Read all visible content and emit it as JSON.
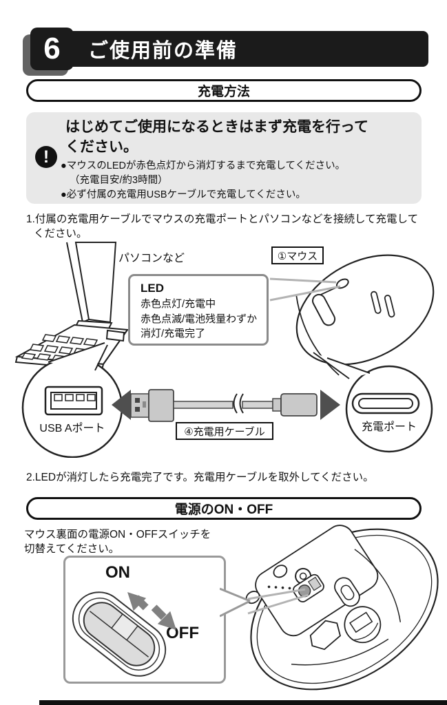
{
  "header": {
    "number": "6",
    "title": "ご使用前の準備"
  },
  "charging": {
    "section_title": "充電方法",
    "notice_icon": "!",
    "notice_title_line1": "はじめてご使用になるときはまず充電を行って",
    "notice_title_line2": "ください。",
    "notice_item1": "●マウスのLEDが赤色点灯から消灯するまで充電してください。",
    "notice_item1_note": "（充電目安/約3時間）",
    "notice_item2": "●必ず付属の充電用USBケーブルで充電してください。",
    "step1_line1": "1.付属の充電用ケーブルでマウスの充電ポートとパソコンなどを接続して充電して",
    "step1_line2": "ください。",
    "step2": "2.LEDが消灯したら充電完了です。充電用ケーブルを取外してください。",
    "diagram": {
      "pc_label": "パソコンなど",
      "mouse_label": "①マウス",
      "led_title": "LED",
      "led_status1": "赤色点灯/充電中",
      "led_status2": "赤色点滅/電池残量わずか",
      "led_status3": "消灯/充電完了",
      "usb_a_port_label": "USB Aポート",
      "cable_label": "④充電用ケーブル",
      "charge_port_label": "充電ポート"
    }
  },
  "power": {
    "section_title": "電源のON・OFF",
    "instruction_line1": "マウス裏面の電源ON・OFFスイッチを",
    "instruction_line2": "切替えてください。",
    "switch_on": "ON",
    "switch_off": "OFF"
  },
  "colors": {
    "header_bg": "#1b1b1b",
    "notice_bg": "#e8e8e8",
    "gray_border": "#999999",
    "connector_gray": "#c9c9c9",
    "arrow_dark": "#4f4f4f",
    "arrow_gray": "#808080"
  }
}
